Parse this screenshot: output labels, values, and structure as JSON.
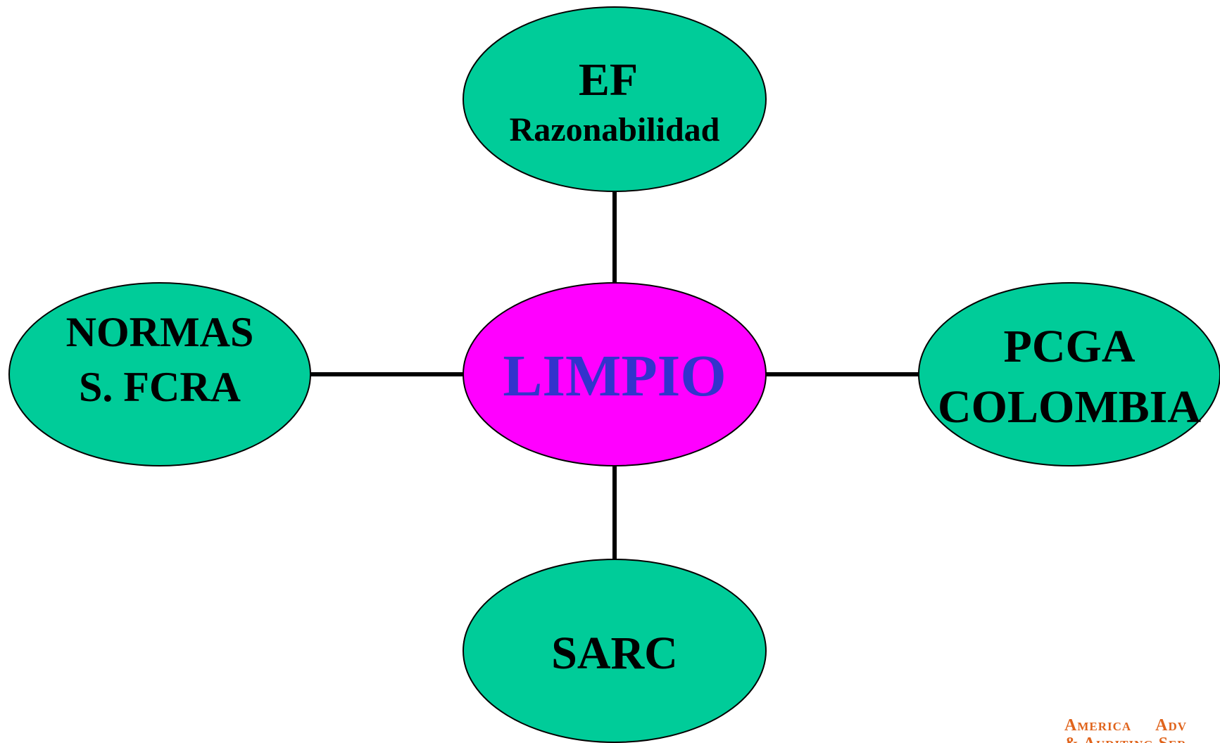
{
  "diagram": {
    "center": {
      "label": "LIMPIO"
    },
    "nodes": {
      "top": {
        "line1": "EF",
        "line2": "Razonabilidad"
      },
      "left": {
        "line1": "NORMAS",
        "line2": "S. FCRA"
      },
      "right": {
        "line1": "PCGA",
        "line2": "COLOMBIA"
      },
      "bottom": {
        "line1": "SARC"
      }
    }
  },
  "footer": {
    "logo_word1": "America",
    "logo_word2": "Adv",
    "logo_line2": "& Auditing Ser"
  },
  "colors": {
    "outer_fill": "#00cc99",
    "center_fill": "#ff00ff",
    "center_text": "#3333cc",
    "node_text": "#000000",
    "connector": "#000000",
    "logo": "#e0641c"
  }
}
